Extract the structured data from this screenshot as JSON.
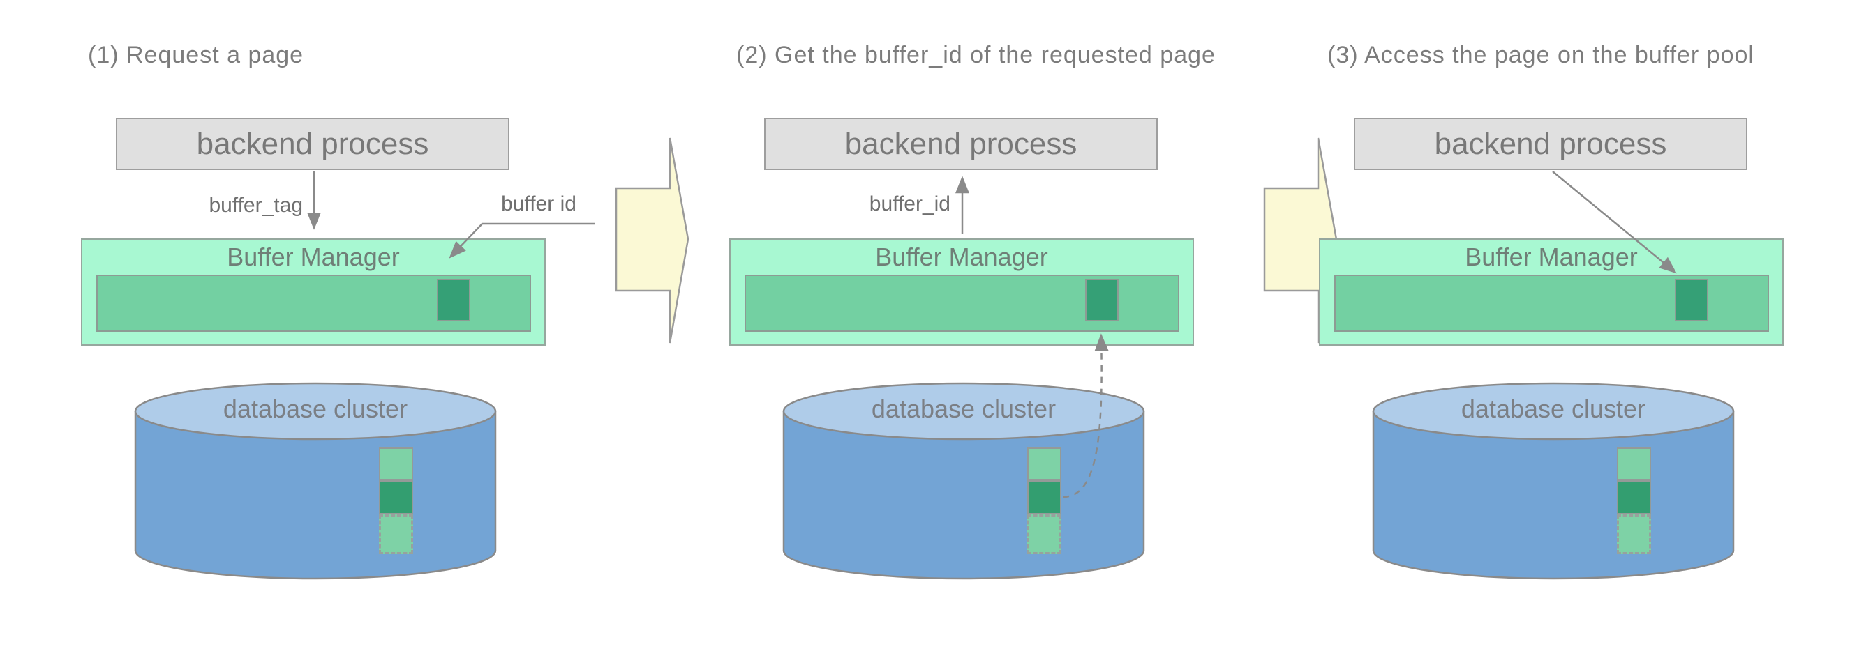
{
  "diagram": {
    "panels": [
      {
        "title": "(1) Request a page",
        "backend_label": "backend process",
        "manager_label": "Buffer Manager",
        "cluster_label": "database cluster",
        "labels": {
          "buffer_tag": "buffer_tag",
          "buffer_id_callout": "buffer id"
        }
      },
      {
        "title": "(2) Get the buffer_id of the requested page",
        "backend_label": "backend process",
        "manager_label": "Buffer Manager",
        "cluster_label": "database cluster",
        "labels": {
          "buffer_id": "buffer_id"
        }
      },
      {
        "title": "(3) Access the page on the buffer pool",
        "backend_label": "backend process",
        "manager_label": "Buffer Manager",
        "cluster_label": "database cluster",
        "labels": {}
      }
    ],
    "colors": {
      "backend_fill": "#e0e0e0",
      "box_border": "#9e9e9e",
      "manager_fill": "#a8f8d2",
      "pool_fill": "#73d0a2",
      "page_cell_dark": "#35a076",
      "page_cell_light": "#7ed2a6",
      "cylinder_body": "#73a4d5",
      "cylinder_top": "#afcce9",
      "flow_arrow_fill": "#fbf9d5",
      "connector_line": "#8a8a8a",
      "text": "#757575"
    }
  }
}
